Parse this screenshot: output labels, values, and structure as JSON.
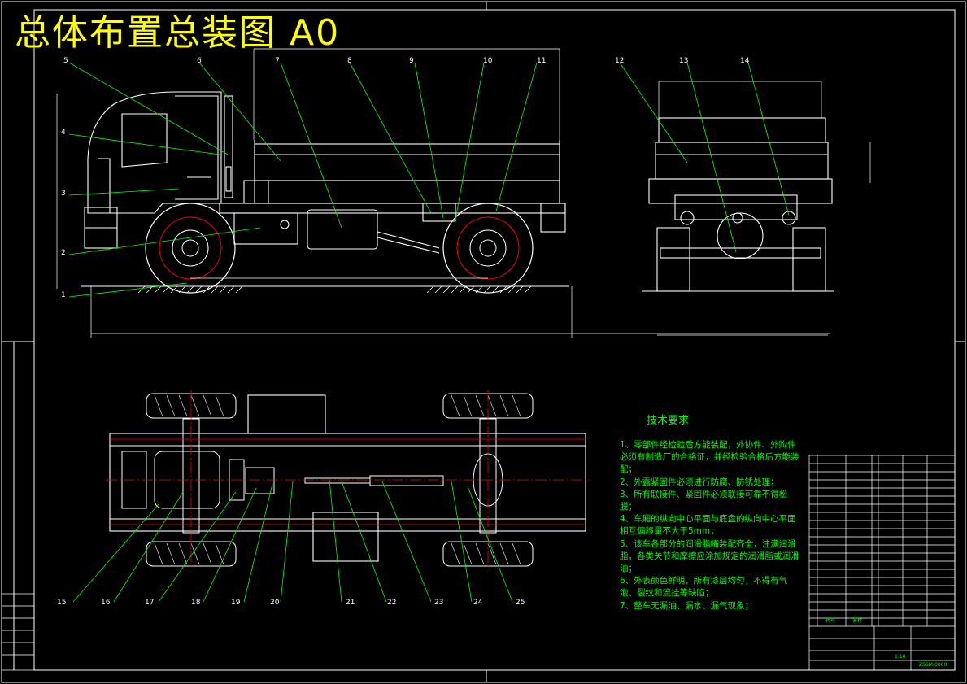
{
  "title": "总体布置总装图  A0",
  "tech_requirements": {
    "heading": "技术要求",
    "items": [
      "1、零部件经检验后方能装配，外协件、外购件必须有制造厂的合格证，并经检验合格后方能装配；",
      "2、外露紧固件必须进行防腐、防锈处理；",
      "3、所有联接件、紧固件必须联接可靠不得松脱；",
      "4、车厢的纵向中心平面与底盘的纵向中心平面相互偏移量不大于5mm；",
      "5、该车各部分的润滑脂嘴装配齐全，注满润滑脂，各类关节和摩擦应涂加规定的润滑脂或润滑油；",
      "6、外表颜色鲜明，所有漆层均匀，不得有气泡、裂纹和流挂等缺陷；",
      "7、整车无漏油、漏水、漏气现象；"
    ]
  },
  "callouts_top": [
    "5",
    "6",
    "7",
    "8",
    "9",
    "10",
    "11",
    "12",
    "13",
    "14"
  ],
  "callouts_left": [
    "4",
    "3",
    "2",
    "1"
  ],
  "callouts_bottom": [
    "15",
    "16",
    "17",
    "18",
    "19",
    "20",
    "21",
    "22",
    "23",
    "24",
    "25"
  ],
  "title_block": {
    "code_header": "代号",
    "name_header": "名称",
    "drawing_no": "ZSSM-0000",
    "scale": "1:10"
  },
  "colors": {
    "background": "#000000",
    "outline": "#ffffff",
    "leader": "#00ff00",
    "centerline": "#ff0000",
    "title": "#ffff00",
    "frame_dim": "#00ffff"
  }
}
